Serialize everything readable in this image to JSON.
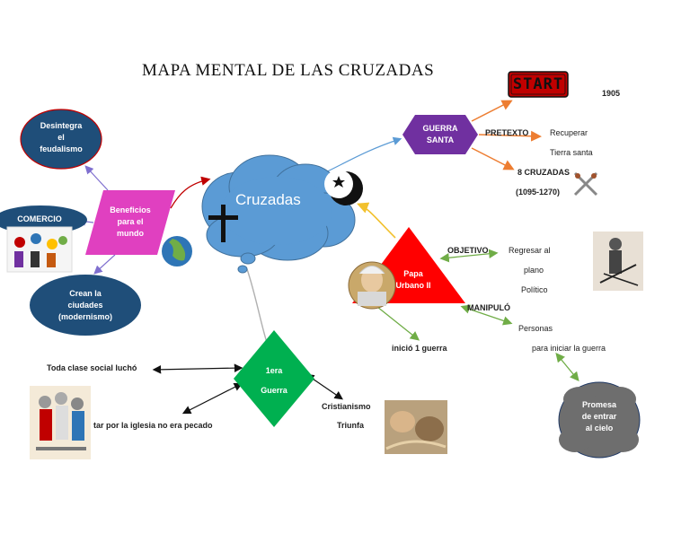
{
  "title": "MAPA MENTAL DE LAS CRUZADAS",
  "center": {
    "label": "Cruzadas"
  },
  "start": {
    "label": "START",
    "year": "1905"
  },
  "guerra_santa": {
    "label": "GUERRA\nSANTA"
  },
  "pretexto": {
    "label": "PRETEXTO",
    "value_line1": "Recuperar",
    "value_line2": "Tierra santa"
  },
  "cruzadas_count": {
    "line1": "8 CRUZADAS",
    "line2": "(1095-1270)"
  },
  "papa": {
    "label": "Papa\nUrbano II"
  },
  "objetivo": {
    "label": "OBJETIVO",
    "line1": "Regresar al",
    "line2": "plano",
    "line3": "Político"
  },
  "manipulo": {
    "label": "MANIPULÓ",
    "line1": "Personas",
    "line2": "para iniciar la guerra"
  },
  "inicio": {
    "label": "inició  1   guerra"
  },
  "promesa": {
    "label": "Promesa\nde entrar\nal cielo"
  },
  "beneficios": {
    "label": "Beneficios\npara el\nmundo"
  },
  "desintegra": {
    "label": "Desintegra\nel\nfeudalismo"
  },
  "comercio": {
    "label": "COMERCIO"
  },
  "ciudades": {
    "label": "Crean la\nciudades\n(modernismo)"
  },
  "primera_guerra": {
    "label": "1era\nGuerra"
  },
  "toda_clase": {
    "label": "Toda clase social luchó"
  },
  "pecado": {
    "label": "tar por la iglesia  no era pecado"
  },
  "cristianismo": {
    "line1": "Cristianismo",
    "line2": "Triunfa"
  },
  "colors": {
    "cloud": "#5b9bd5",
    "guerra_santa": "#7030a0",
    "beneficios": "#e040c0",
    "dark_blue": "#1f4e79",
    "papa": "#ff0000",
    "primera_guerra": "#00b050",
    "promesa": "#6e6e6e",
    "start_red": "#c00000"
  }
}
